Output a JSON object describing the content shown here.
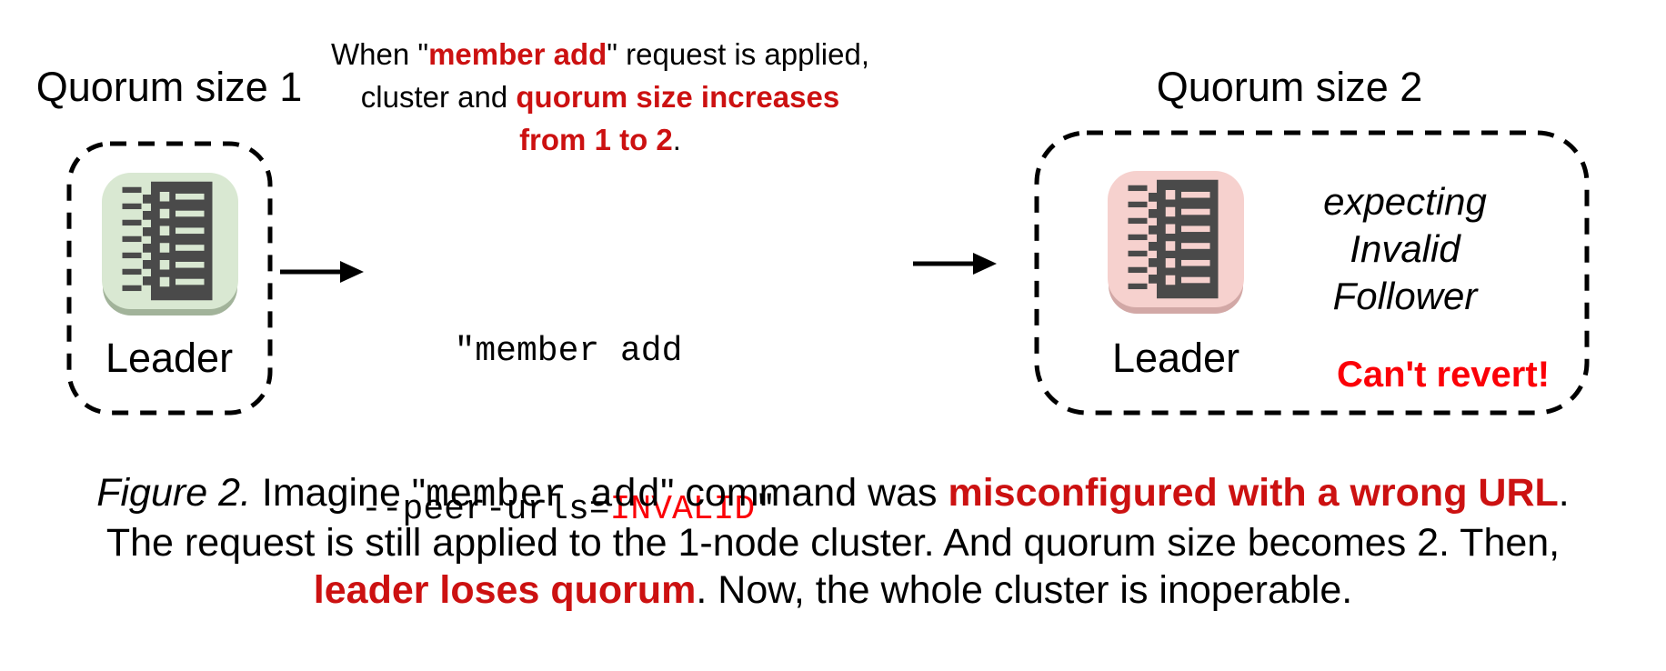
{
  "colors": {
    "crimson": "#cc1111",
    "bright_red": "#fb0007",
    "green_node": "#d9e8d2",
    "green_node_edge": "#a2b39a",
    "pink_node": "#f6d1ce",
    "pink_node_edge": "#d2a8a6",
    "icon_dark": "#4a4a4a",
    "text_black": "#000000"
  },
  "left_cluster": {
    "title": "Quorum size 1",
    "node": {
      "icon": "notebook-list-icon",
      "label": "Leader"
    }
  },
  "annotation": {
    "line1_pre": "When \"",
    "line1_em": "member add",
    "line1_post": "\" request is applied,",
    "line2_pre": "cluster and ",
    "line2_em": "quorum size increases",
    "line3_em": "from 1 to 2",
    "line3_post": "."
  },
  "command": {
    "line1": "\"member add",
    "line2_pre": "--peer-urls=",
    "line2_em": "INVALID",
    "line2_post": "\""
  },
  "right_cluster": {
    "title": "Quorum size 2",
    "node": {
      "icon": "notebook-list-icon",
      "label": "Leader"
    },
    "status_line1": "expecting",
    "status_line2": "Invalid",
    "status_line3": "Follower",
    "warning": "Can't revert!"
  },
  "caption": {
    "figure_label": "Figure 2.",
    "l1_a": " Imagine \"",
    "l1_code": "member add",
    "l1_b": "\" command was ",
    "l1_em": "misconfigured with a wrong URL",
    "l1_c": ".",
    "l2": "The request is still applied to the 1-node cluster. And quorum size becomes 2. Then,",
    "l3_em": "leader loses quorum",
    "l3_a": ". Now, the whole cluster is inoperable."
  }
}
